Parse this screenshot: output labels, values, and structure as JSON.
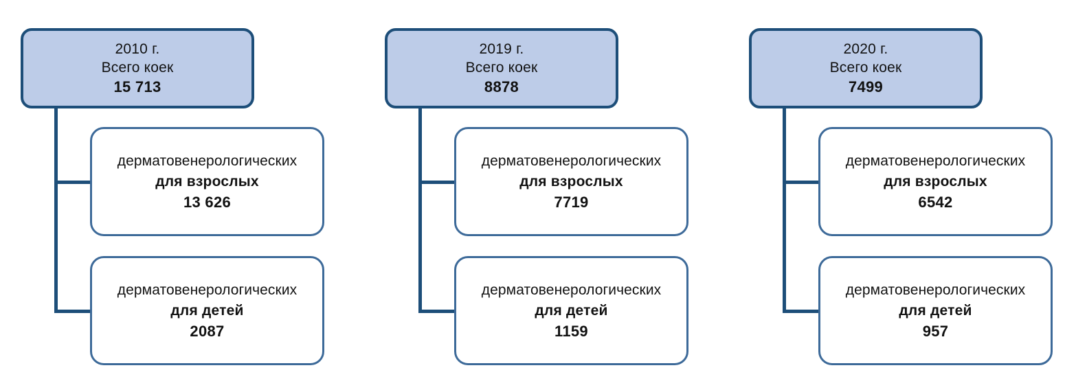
{
  "diagram": {
    "type": "org-tree",
    "colors": {
      "header_fill": "#bdcce8",
      "header_border": "#1d4e79",
      "child_border": "#3d6a99",
      "connector": "#1d4e79",
      "text": "#111111",
      "background": "#ffffff"
    },
    "groups": [
      {
        "year_label": "2010 г.",
        "total_label": "Всего коек",
        "total_value": "15 713",
        "children": [
          {
            "name": "дерматовенерологических",
            "subtype": "для взрослых",
            "value": "13 626"
          },
          {
            "name": "дерматовенерологических",
            "subtype": "для детей",
            "value": "2087"
          }
        ]
      },
      {
        "year_label": "2019 г.",
        "total_label": "Всего коек",
        "total_value": "8878",
        "children": [
          {
            "name": "дерматовенерологических",
            "subtype": "для взрослых",
            "value": "7719"
          },
          {
            "name": "дерматовенерологических",
            "subtype": "для детей",
            "value": "1159"
          }
        ]
      },
      {
        "year_label": "2020 г.",
        "total_label": "Всего коек",
        "total_value": "7499",
        "children": [
          {
            "name": "дерматовенерологических",
            "subtype": "для взрослых",
            "value": "6542"
          },
          {
            "name": "дерматовенерологических",
            "subtype": "для детей",
            "value": "957"
          }
        ]
      }
    ]
  }
}
